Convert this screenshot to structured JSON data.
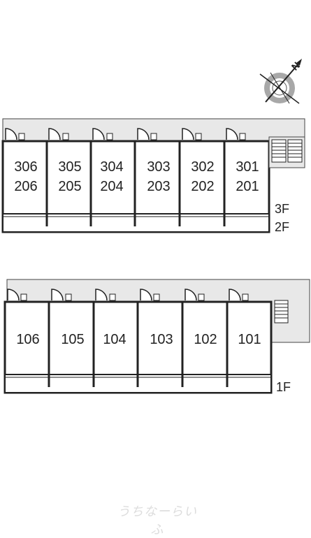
{
  "upper_building": {
    "units": [
      {
        "top": "306",
        "bottom": "206"
      },
      {
        "top": "305",
        "bottom": "205"
      },
      {
        "top": "304",
        "bottom": "204"
      },
      {
        "top": "303",
        "bottom": "203"
      },
      {
        "top": "302",
        "bottom": "202"
      },
      {
        "top": "301",
        "bottom": "201"
      }
    ],
    "floor_labels": [
      "3F",
      "2F"
    ]
  },
  "lower_building": {
    "units": [
      "106",
      "105",
      "104",
      "103",
      "102",
      "101"
    ],
    "floor_labels": [
      "1F"
    ]
  },
  "compass": {
    "north_label": "N"
  },
  "watermark": "うちなーらいふ",
  "colors": {
    "walkway": "#e8e8e8",
    "walls": "#222222",
    "compass_gray": "#a8a8a8",
    "watermark": "#dddddd"
  }
}
